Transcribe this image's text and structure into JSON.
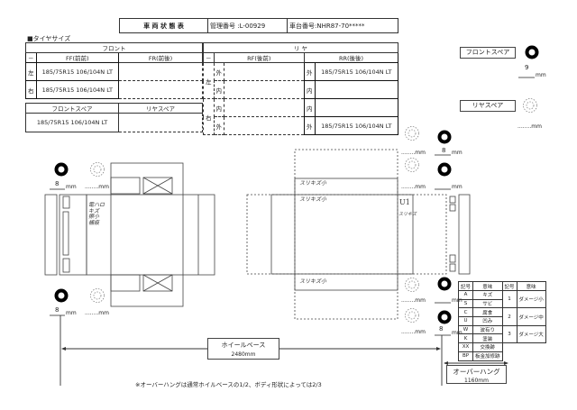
{
  "header": {
    "title": "車 両 状 態 表",
    "management_no": "管理番号 :L-00929",
    "chassis_no": "車台番号:NHR87-70*****"
  },
  "section_title": "■タイヤサイズ",
  "tire_table": {
    "front_label": "フロント",
    "rear_label": "リ ヤ",
    "dash": "－",
    "ff_label": "FF(前前)",
    "fr_label": "FR(前後)",
    "rf_label": "RF(後前)",
    "rr_label": "RR(後後)",
    "left": "左",
    "right": "右",
    "outer": "外",
    "inner": "内",
    "ff_left": "185/75R15 106/104N LT",
    "ff_right": "185/75R15 106/104N LT",
    "rr_left_outer": "185/75R15 106/104N LT",
    "rr_right_outer": "185/75R15 106/104N LT",
    "front_spare_label": "フロントスペア",
    "rear_spare_label": "リヤスペア",
    "front_spare_value": "185/75R15 106/104N LT"
  },
  "spares": {
    "front_label": "フロントスペア",
    "front_depth": "9",
    "rear_label": "リヤスペア",
    "unit": "mm",
    "blank_unit": "........mm"
  },
  "tread": {
    "front_left": "8",
    "front_right": "8",
    "rear_1": "8",
    "rear_4": "8"
  },
  "notes": {
    "front_hand": [
      "電ハロ",
      "キズ",
      "擦小",
      "補痕"
    ],
    "rear_hand": "スリキズ小",
    "u1": "U1",
    "u1_sub": "スリキズ"
  },
  "legend": {
    "headers": [
      "記号",
      "意味",
      "記号",
      "意味"
    ],
    "codes": [
      {
        "code": "A",
        "meaning": "キズ"
      },
      {
        "code": "S",
        "meaning": "サビ"
      },
      {
        "code": "C",
        "meaning": "腐食"
      },
      {
        "code": "U",
        "meaning": "凹み"
      },
      {
        "code": "W",
        "meaning": "波有り"
      },
      {
        "code": "K",
        "meaning": "塗装"
      },
      {
        "code": "XX",
        "meaning": "交換跡"
      },
      {
        "code": "BP",
        "meaning": "板金加修跡"
      }
    ],
    "levels": [
      {
        "code": "1",
        "meaning": "ダメージ小"
      },
      {
        "code": "2",
        "meaning": "ダメージ中"
      },
      {
        "code": "3",
        "meaning": "ダメージ大"
      }
    ]
  },
  "wheelbase": {
    "label": "ホイールベース",
    "value": "2480mm"
  },
  "overhang": {
    "label": "オーバーハング",
    "value": "1160mm"
  },
  "footnote": "※オーバーハングは通常ホイルベースの1/2、ボディ形状によっては2/3"
}
